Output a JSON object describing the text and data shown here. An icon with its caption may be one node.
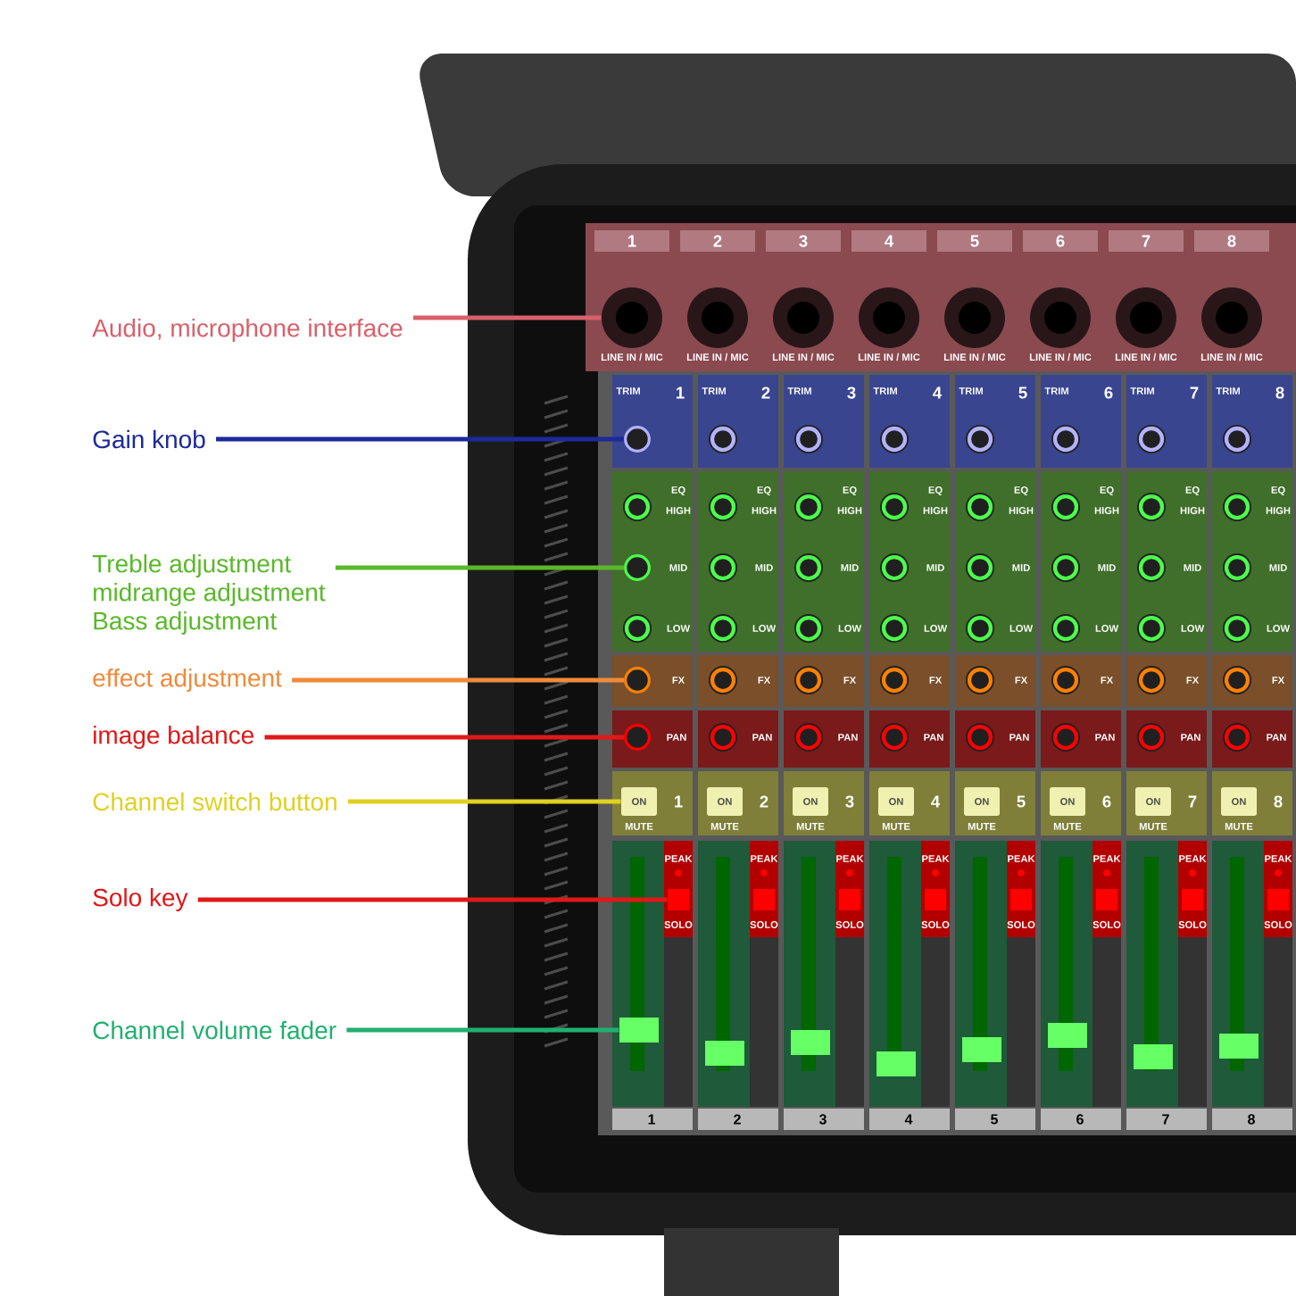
{
  "diagram": {
    "nodes": [
      {
        "text": [
          "Audio, microphone interface"
        ]
      },
      {
        "text": [
          "Gain knob"
        ]
      },
      {
        "text": [
          "Treble adjustment",
          "midrange adjustment",
          "Bass adjustment"
        ]
      },
      {
        "text": [
          "effect adjustment"
        ]
      },
      {
        "text": [
          "image balance"
        ]
      },
      {
        "text": [
          "Channel switch button"
        ]
      },
      {
        "text": [
          "Solo key"
        ]
      },
      {
        "text": [
          "Channel volume fader"
        ]
      },
      {
        "text": [],
        "shape": "circle"
      },
      {
        "text": [],
        "shape": "circle"
      },
      {
        "text": [],
        "shape": "circle"
      },
      {
        "text": [],
        "shape": "circle"
      },
      {
        "text": [],
        "shape": "circle"
      },
      {
        "text": [
          "ON"
        ]
      },
      {
        "text": [],
        "shape": "box"
      },
      {
        "text": [],
        "shape": "box"
      }
    ],
    "edges": [
      {
        "from": 0,
        "to": 8,
        "arrow": "none",
        "color": "#d9606a"
      },
      {
        "from": 1,
        "to": 9,
        "arrow": "none",
        "color": "#1c2a9a"
      },
      {
        "from": 2,
        "to": 10,
        "arrow": "none",
        "color": "#5ab82a"
      },
      {
        "from": 3,
        "to": 11,
        "arrow": "none",
        "color": "#f08a3a"
      },
      {
        "from": 4,
        "to": 12,
        "arrow": "none",
        "color": "#e01818"
      },
      {
        "from": 5,
        "to": 13,
        "arrow": "none",
        "color": "#e0d020"
      },
      {
        "from": 6,
        "to": 14,
        "arrow": "none",
        "color": "#e01818"
      },
      {
        "from": 7,
        "to": 15,
        "arrow": "none",
        "color": "#20b070"
      }
    ],
    "labels": [
      "1",
      "2",
      "3",
      "4",
      "5",
      "6",
      "7",
      "8",
      "LINE IN / MIC",
      "LINE IN / MIC",
      "LINE IN / MIC",
      "LINE IN / MIC",
      "LINE IN / MIC",
      "LINE IN / MIC",
      "LINE IN / MIC",
      "LINE IN / MIC",
      "TRIM",
      "1",
      "TRIM",
      "2",
      "TRIM",
      "3",
      "TRIM",
      "4",
      "TRIM",
      "5",
      "TRIM",
      "6",
      "TRIM",
      "7",
      "TRIM",
      "8",
      "EQ",
      "EQ",
      "EQ",
      "EQ",
      "EQ",
      "EQ",
      "EQ",
      "EQ",
      "HIGH",
      "HIGH",
      "HIGH",
      "HIGH",
      "HIGH",
      "HIGH",
      "HIGH",
      "HIGH",
      "MID",
      "MID",
      "MID",
      "MID",
      "MID",
      "MID",
      "MID",
      "MID",
      "LOW",
      "LOW",
      "LOW",
      "LOW",
      "LOW",
      "LOW",
      "LOW",
      "LOW",
      "FX",
      "FX",
      "FX",
      "FX",
      "FX",
      "FX",
      "FX",
      "FX",
      "PAN",
      "PAN",
      "PAN",
      "PAN",
      "PAN",
      "PAN",
      "PAN",
      "PAN",
      "1",
      "ON",
      "2",
      "ON",
      "3",
      "ON",
      "4",
      "ON",
      "5",
      "ON",
      "6",
      "ON",
      "7",
      "ON",
      "8",
      "MUTE",
      "MUTE",
      "MUTE",
      "MUTE",
      "MUTE",
      "MUTE",
      "MUTE",
      "MUTE",
      "PEAK",
      "PEAK",
      "PEAK",
      "PEAK",
      "PEAK",
      "PEAK",
      "PEAK",
      "PEAK",
      "SOLO",
      "SOLO",
      "SOLO",
      "SOLO",
      "SOLO",
      "SOLO",
      "SOLO",
      "SOLO",
      "1",
      "2",
      "3",
      "4",
      "5",
      "6",
      "7",
      "8"
    ]
  }
}
